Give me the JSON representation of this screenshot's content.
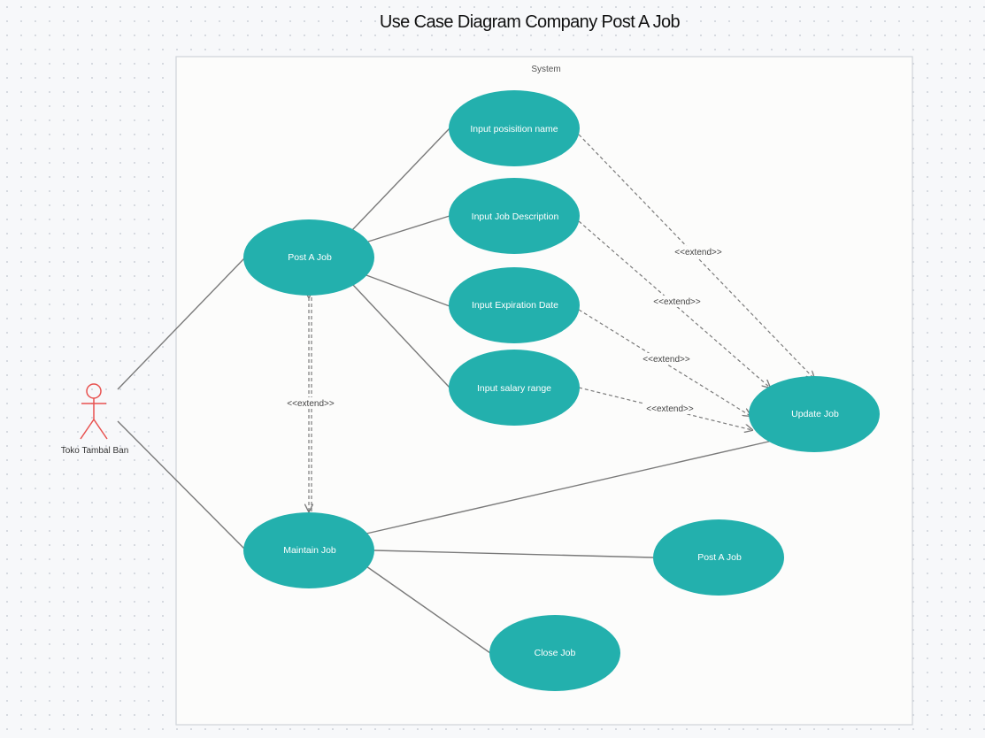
{
  "title": "Use Case Diagram Company Post A  Job",
  "system": {
    "label": "System"
  },
  "actor": {
    "label": "Toko Tambal Ban",
    "color": "#e8514f"
  },
  "colors": {
    "usecase_fill": "#23b0ad",
    "line": "#7a7a7a",
    "boundary": "#cfd3d8"
  },
  "usecases": {
    "post_job": "Post A  Job",
    "input_position": "Input posisition name",
    "input_desc": "Input Job Description",
    "input_exp": "Input Expiration Date",
    "input_salary": "Input salary range",
    "update_job": "Update Job",
    "maintain_job": "Maintain Job",
    "post_job_2": "Post A  Job",
    "close_job": "Close Job"
  },
  "relations": {
    "extend_1": "<<extend>>",
    "extend_2": "<<extend>>",
    "extend_3": "<<extend>>",
    "extend_4": "<<extend>>",
    "extend_5": "<<extend>>"
  }
}
